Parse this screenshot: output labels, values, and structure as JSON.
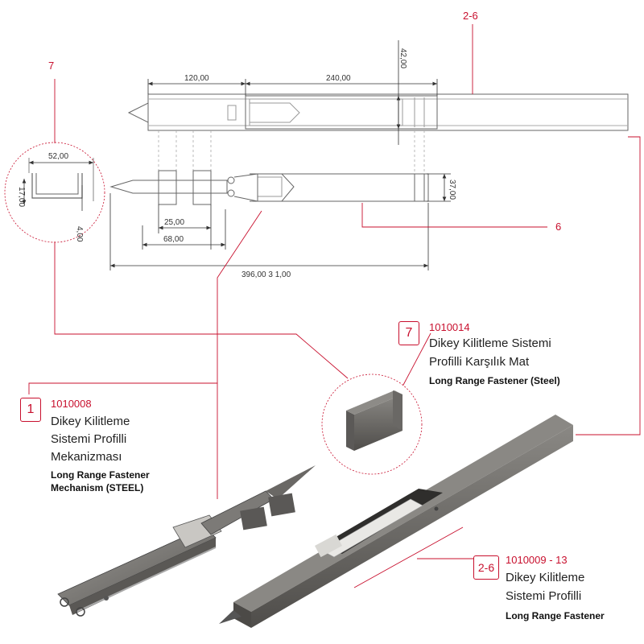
{
  "colors": {
    "accent": "#c8102e",
    "line": "#555555",
    "metal": "#6e6c69"
  },
  "diagram": {
    "labels": {
      "label_2_6_top": "2-6",
      "label_7_top": "7",
      "label_6_mid": "6"
    },
    "dims": {
      "d120": "120,00",
      "d240": "240,00",
      "d42": "42,00",
      "d52": "52,00",
      "d17": "17,00",
      "d4": "4,00",
      "d37": "37,00",
      "d25": "25,00",
      "d68": "68,00",
      "d396": "396,00 3 1,00"
    }
  },
  "callouts": {
    "c7": {
      "badge": "7",
      "code": "1010014",
      "title1": "Dikey Kilitleme Sistemi",
      "title2": "Profilli Karşılık Mat",
      "sub1": "Long Range Fastener  (Steel)"
    },
    "c1": {
      "badge": "1",
      "code": "1010008",
      "title1": "Dikey Kilitleme",
      "title2": "Sistemi Profilli",
      "title3": "Mekanizması",
      "sub1": "Long Range Fastener",
      "sub2": "Mechanism (STEEL)"
    },
    "c26": {
      "badge": "2-6",
      "code": "1010009 - 13",
      "title1": "Dikey Kilitleme",
      "title2": "Sistemi Profilli",
      "sub1": "Long Range Fastener"
    }
  }
}
